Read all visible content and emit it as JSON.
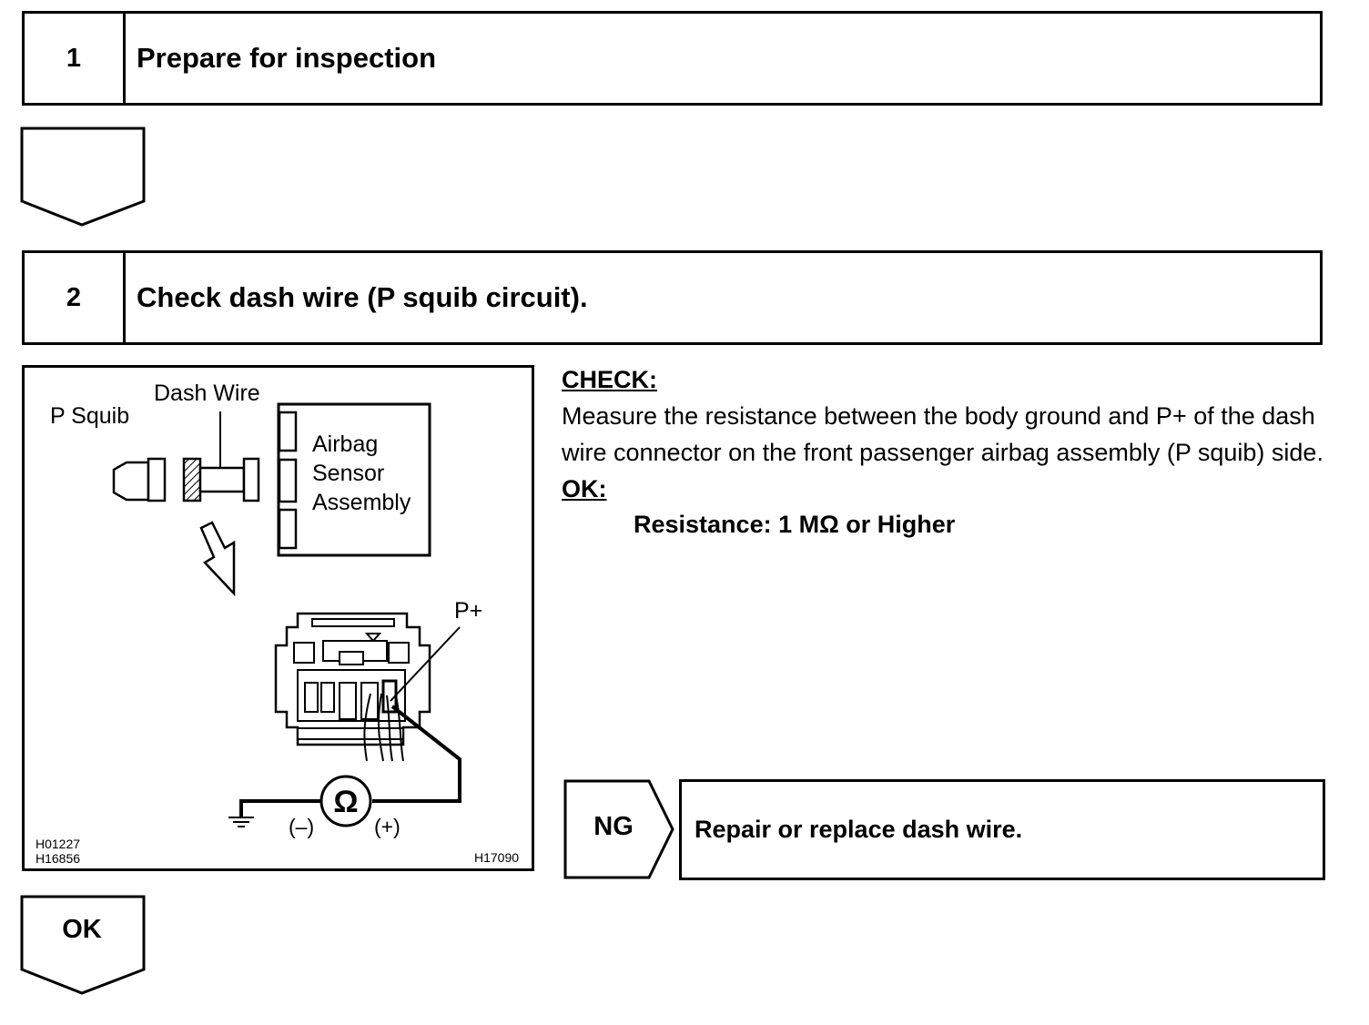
{
  "steps": [
    {
      "number": "1",
      "title": "Prepare for inspection"
    },
    {
      "number": "2",
      "title": "Check dash wire (P squib circuit)."
    }
  ],
  "figure": {
    "labels": {
      "p_squib": "P Squib",
      "dash_wire": "Dash Wire",
      "airbag_line1": "Airbag",
      "airbag_line2": "Sensor",
      "airbag_line3": "Assembly",
      "p_plus": "P+",
      "ohm": "Ω",
      "minus": "(–)",
      "plus": "(+)",
      "code1": "H01227",
      "code2": "H16856",
      "code3": "H17090"
    }
  },
  "check": {
    "heading": "CHECK:",
    "body": "Measure the resistance between the body ground and P+ of the dash wire connector on the front passenger airbag assembly (P squib) side.",
    "ok_heading": "OK:",
    "spec": "Resistance: 1 MΩ or Higher"
  },
  "ng": {
    "label": "NG",
    "action": "Repair or replace dash wire."
  },
  "ok_label": "OK"
}
